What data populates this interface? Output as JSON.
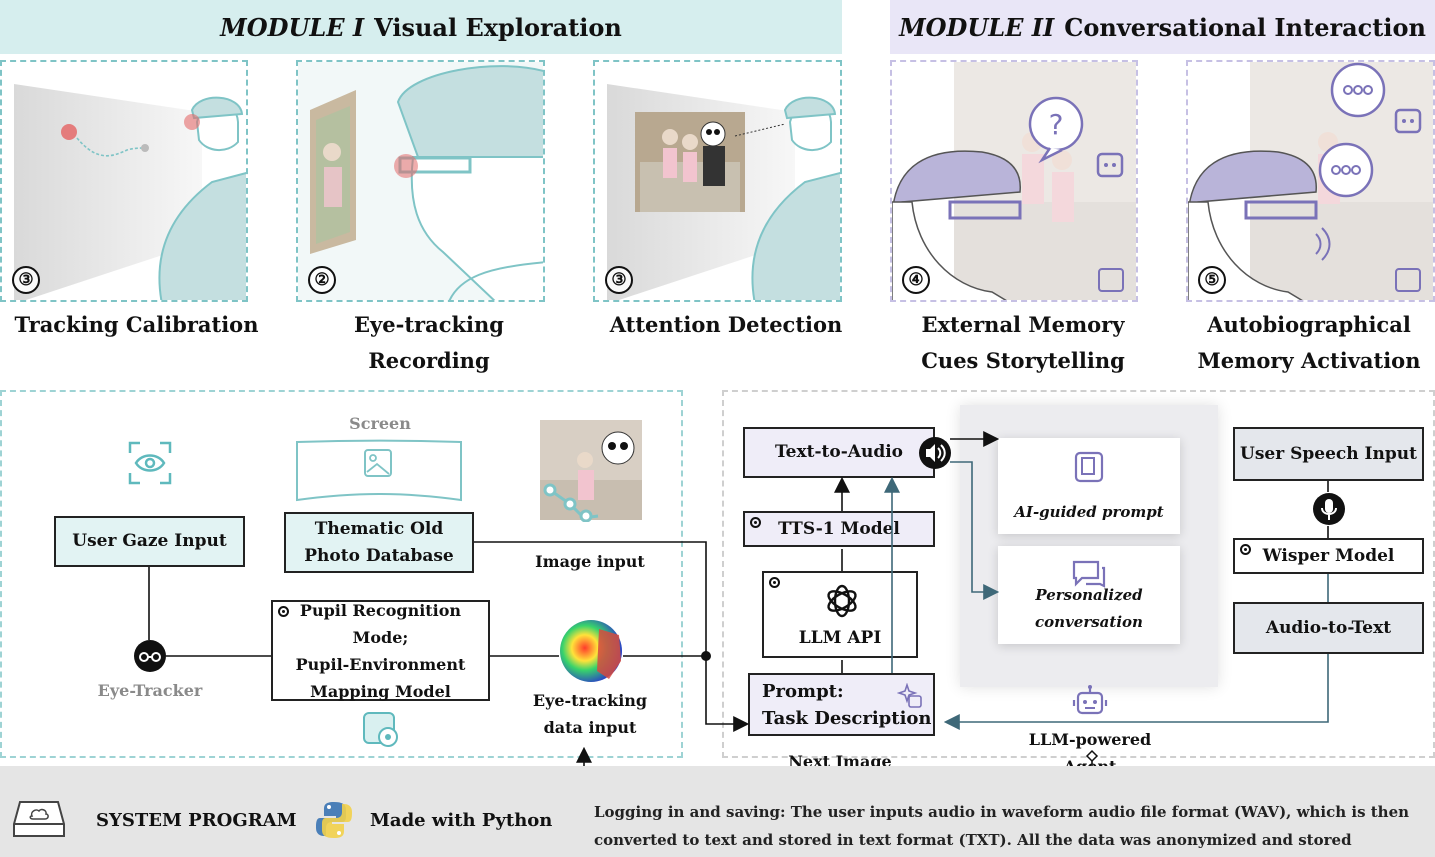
{
  "modules": [
    {
      "prefix": "MODULE I",
      "title": "Visual Exploration"
    },
    {
      "prefix": "MODULE II",
      "title": "Conversational Interaction"
    }
  ],
  "stages": [
    {
      "num": "③",
      "caption": "Tracking Calibration"
    },
    {
      "num": "②",
      "caption": "Eye-tracking Recording"
    },
    {
      "num": "③",
      "caption": "Attention Detection"
    },
    {
      "num": "④",
      "caption_line1": "External Memory",
      "caption_line2": "Cues Storytelling"
    },
    {
      "num": "⑤",
      "caption_line1": "Autobiographical",
      "caption_line2": "Memory Activation"
    }
  ],
  "pipeline": {
    "screen_label": "Screen",
    "user_gaze_input": "User Gaze Input",
    "photo_db_line1": "Thematic Old",
    "photo_db_line2": "Photo Database",
    "image_input": "Image input",
    "eye_tracker": "Eye-Tracker",
    "pupil_line1": "Pupil Recognition Mode;",
    "pupil_line2": "Pupil-Environment",
    "pupil_line3": "Mapping Model",
    "eye_data_line1": "Eye-tracking",
    "eye_data_line2": "data input",
    "text_to_audio": "Text-to-Audio",
    "tts_model": "TTS-1 Model",
    "llm_api": "LLM API",
    "prompt_line1": "Prompt:",
    "prompt_line2": "Task Description",
    "ai_guided_prompt": "AI-guided prompt",
    "personalized_line1": "Personalized",
    "personalized_line2": "conversation",
    "user_speech_input": "User Speech Input",
    "wisper_model": "Wisper Model",
    "audio_to_text": "Audio-to-Text",
    "llm_agent": "LLM-powered Agent",
    "next_image": "Next Image"
  },
  "footer": {
    "system_program": "SYSTEM PROGRAM",
    "made_with": "Made with Python",
    "note": "Logging in and saving:  The user inputs audio in waveform audio file format (WAV),  which is then converted to text and stored in text format (TXT). All the data was anonymized and stored securely in the local hard drive"
  },
  "colors": {
    "teal_header": "#d6eeee",
    "lavender_header": "#e9e6f7",
    "teal_accent": "#7fc4c6",
    "purple_accent": "#7a72b8"
  }
}
